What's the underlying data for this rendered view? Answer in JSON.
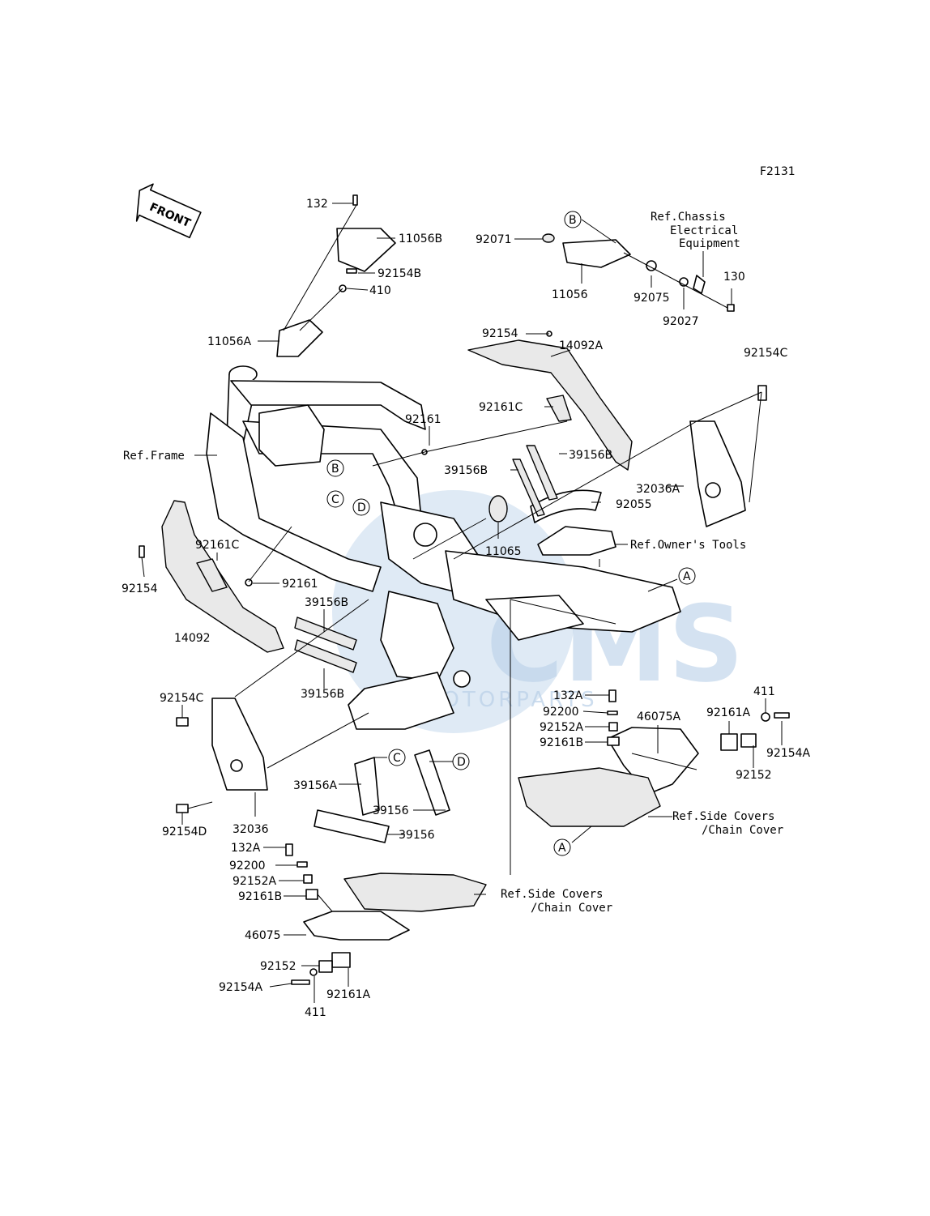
{
  "figure_code": "F2131",
  "front_label": "FRONT",
  "watermark": {
    "brand": "CMS",
    "sub": "MOTORPARTS"
  },
  "refs": {
    "frame": "Ref.Frame",
    "owners_tools": "Ref.Owner's Tools",
    "chassis_1": "Ref.Chassis",
    "chassis_2": "Electrical",
    "chassis_3": "Equipment",
    "side_covers_r1": "Ref.Side Covers",
    "side_covers_r2": "/Chain Cover",
    "side_covers_l1": "Ref.Side Covers",
    "side_covers_l2": "/Chain Cover"
  },
  "callouts": {
    "A": "A",
    "B": "B",
    "C": "C",
    "D": "D"
  },
  "parts": {
    "p132": "132",
    "p11056B": "11056B",
    "p92154B": "92154B",
    "p410": "410",
    "p11056A": "11056A",
    "p92071": "92071",
    "p11056": "11056",
    "p92075": "92075",
    "p92027": "92027",
    "p130": "130",
    "p92154_top": "92154",
    "p14092A": "14092A",
    "p92154C_top": "92154C",
    "p92161C_top": "92161C",
    "p92161_top": "92161",
    "p39156B_a": "39156B",
    "p39156B_b": "39156B",
    "p32036A": "32036A",
    "p92055": "92055",
    "p11065": "11065",
    "p92154_left": "92154",
    "p92161C_left": "92161C",
    "p92161_left": "92161",
    "p39156B_c": "39156B",
    "p14092": "14092",
    "p39156B_d": "39156B",
    "p92154C_left": "92154C",
    "p32036": "32036",
    "p92154D": "92154D",
    "p39156A": "39156A",
    "p39156_a": "39156",
    "p39156_b": "39156",
    "p132A_r": "132A",
    "p92200_r": "92200",
    "p92152A_r": "92152A",
    "p92161B_r": "92161B",
    "p46075A": "46075A",
    "p411_r": "411",
    "p92161A_r": "92161A",
    "p92154A_r": "92154A",
    "p92152_r": "92152",
    "p132A_l": "132A",
    "p92200_l": "92200",
    "p92152A_l": "92152A",
    "p92161B_l": "92161B",
    "p46075": "46075",
    "p92152_l": "92152",
    "p92154A_l": "92154A",
    "p92161A_l": "92161A",
    "p411_l": "411"
  }
}
